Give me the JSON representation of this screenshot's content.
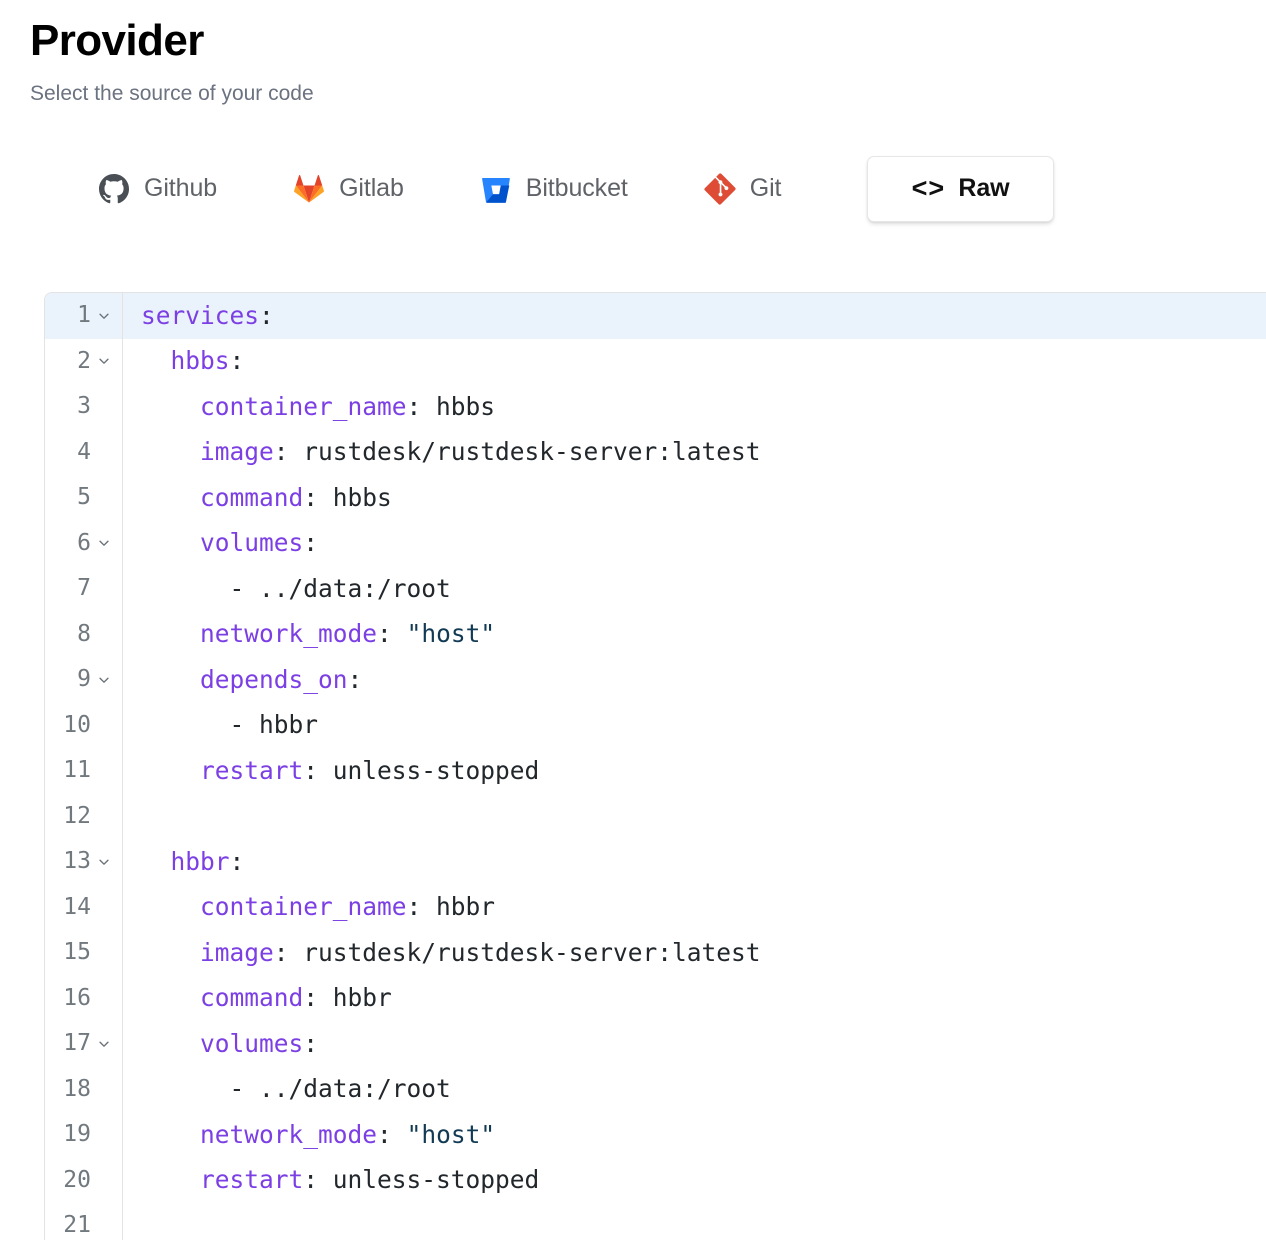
{
  "header": {
    "title": "Provider",
    "subtitle": "Select the source of your code"
  },
  "tabs": [
    {
      "id": "github",
      "label": "Github",
      "icon": "github-icon",
      "active": false,
      "color": "#5f6368"
    },
    {
      "id": "gitlab",
      "label": "Gitlab",
      "icon": "gitlab-icon",
      "active": false,
      "color": "#e24329"
    },
    {
      "id": "bitbucket",
      "label": "Bitbucket",
      "icon": "bitbucket-icon",
      "active": false,
      "color": "#2684ff"
    },
    {
      "id": "git",
      "label": "Git",
      "icon": "git-icon",
      "active": false,
      "color": "#de4c36"
    },
    {
      "id": "raw",
      "label": "Raw",
      "icon": "code-brackets-icon",
      "active": true,
      "glyph": "<>"
    }
  ],
  "editor": {
    "language": "yaml",
    "active_line": 1,
    "colors": {
      "key": "#7b3fe4",
      "plain": "#22272c",
      "string": "#123a54",
      "line_number": "#71797f",
      "active_line_bg": "#eaf3fc",
      "border": "#e3e3e3"
    },
    "lines": [
      {
        "n": 1,
        "fold": true,
        "indent": 0,
        "tokens": [
          {
            "t": "key",
            "v": "services"
          },
          {
            "t": "punct",
            "v": ":"
          }
        ]
      },
      {
        "n": 2,
        "fold": true,
        "indent": 1,
        "tokens": [
          {
            "t": "key",
            "v": "hbbs"
          },
          {
            "t": "punct",
            "v": ":"
          }
        ]
      },
      {
        "n": 3,
        "fold": false,
        "indent": 2,
        "tokens": [
          {
            "t": "key",
            "v": "container_name"
          },
          {
            "t": "punct",
            "v": ":"
          },
          {
            "t": "plain",
            "v": " hbbs"
          }
        ]
      },
      {
        "n": 4,
        "fold": false,
        "indent": 2,
        "tokens": [
          {
            "t": "key",
            "v": "image"
          },
          {
            "t": "punct",
            "v": ":"
          },
          {
            "t": "plain",
            "v": " rustdesk/rustdesk-server:latest"
          }
        ]
      },
      {
        "n": 5,
        "fold": false,
        "indent": 2,
        "tokens": [
          {
            "t": "key",
            "v": "command"
          },
          {
            "t": "punct",
            "v": ":"
          },
          {
            "t": "plain",
            "v": " hbbs"
          }
        ]
      },
      {
        "n": 6,
        "fold": true,
        "indent": 2,
        "tokens": [
          {
            "t": "key",
            "v": "volumes"
          },
          {
            "t": "punct",
            "v": ":"
          }
        ]
      },
      {
        "n": 7,
        "fold": false,
        "indent": 3,
        "tokens": [
          {
            "t": "plain",
            "v": "- ../data:/root"
          }
        ]
      },
      {
        "n": 8,
        "fold": false,
        "indent": 2,
        "tokens": [
          {
            "t": "key",
            "v": "network_mode"
          },
          {
            "t": "punct",
            "v": ":"
          },
          {
            "t": "plain",
            "v": " "
          },
          {
            "t": "str",
            "v": "\"host\""
          }
        ]
      },
      {
        "n": 9,
        "fold": true,
        "indent": 2,
        "tokens": [
          {
            "t": "key",
            "v": "depends_on"
          },
          {
            "t": "punct",
            "v": ":"
          }
        ]
      },
      {
        "n": 10,
        "fold": false,
        "indent": 3,
        "tokens": [
          {
            "t": "plain",
            "v": "- hbbr"
          }
        ]
      },
      {
        "n": 11,
        "fold": false,
        "indent": 2,
        "tokens": [
          {
            "t": "key",
            "v": "restart"
          },
          {
            "t": "punct",
            "v": ":"
          },
          {
            "t": "plain",
            "v": " unless-stopped"
          }
        ]
      },
      {
        "n": 12,
        "fold": false,
        "indent": 0,
        "tokens": []
      },
      {
        "n": 13,
        "fold": true,
        "indent": 1,
        "tokens": [
          {
            "t": "key",
            "v": "hbbr"
          },
          {
            "t": "punct",
            "v": ":"
          }
        ]
      },
      {
        "n": 14,
        "fold": false,
        "indent": 2,
        "tokens": [
          {
            "t": "key",
            "v": "container_name"
          },
          {
            "t": "punct",
            "v": ":"
          },
          {
            "t": "plain",
            "v": " hbbr"
          }
        ]
      },
      {
        "n": 15,
        "fold": false,
        "indent": 2,
        "tokens": [
          {
            "t": "key",
            "v": "image"
          },
          {
            "t": "punct",
            "v": ":"
          },
          {
            "t": "plain",
            "v": " rustdesk/rustdesk-server:latest"
          }
        ]
      },
      {
        "n": 16,
        "fold": false,
        "indent": 2,
        "tokens": [
          {
            "t": "key",
            "v": "command"
          },
          {
            "t": "punct",
            "v": ":"
          },
          {
            "t": "plain",
            "v": " hbbr"
          }
        ]
      },
      {
        "n": 17,
        "fold": true,
        "indent": 2,
        "tokens": [
          {
            "t": "key",
            "v": "volumes"
          },
          {
            "t": "punct",
            "v": ":"
          }
        ]
      },
      {
        "n": 18,
        "fold": false,
        "indent": 3,
        "tokens": [
          {
            "t": "plain",
            "v": "- ../data:/root"
          }
        ]
      },
      {
        "n": 19,
        "fold": false,
        "indent": 2,
        "tokens": [
          {
            "t": "key",
            "v": "network_mode"
          },
          {
            "t": "punct",
            "v": ":"
          },
          {
            "t": "plain",
            "v": " "
          },
          {
            "t": "str",
            "v": "\"host\""
          }
        ]
      },
      {
        "n": 20,
        "fold": false,
        "indent": 2,
        "tokens": [
          {
            "t": "key",
            "v": "restart"
          },
          {
            "t": "punct",
            "v": ":"
          },
          {
            "t": "plain",
            "v": " unless-stopped"
          }
        ]
      },
      {
        "n": 21,
        "fold": false,
        "indent": 0,
        "tokens": []
      }
    ]
  }
}
